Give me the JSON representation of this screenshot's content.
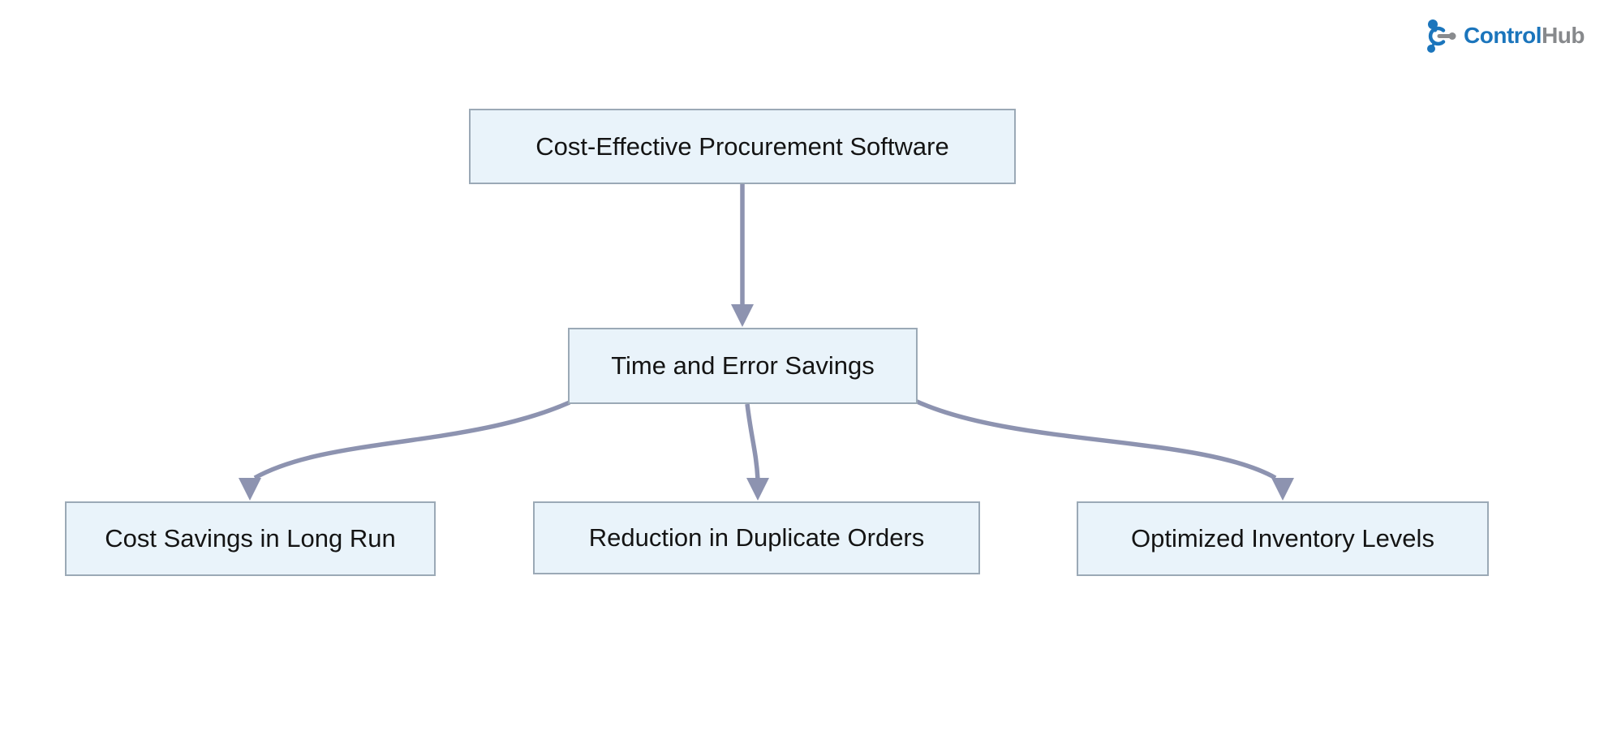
{
  "header": {
    "logo": {
      "icon": "controlhub-network-icon",
      "text_primary": "Control",
      "text_secondary": "Hub",
      "color_primary": "#1B75BC",
      "color_secondary": "#87898C"
    }
  },
  "diagram": {
    "type": "flowchart",
    "direction": "top-down",
    "background": "#FFFFFF",
    "nodes": [
      {
        "id": "root",
        "label": "Cost-Effective Procurement Software"
      },
      {
        "id": "mid",
        "label": "Time and Error Savings"
      },
      {
        "id": "leaf1",
        "label": "Cost Savings in Long Run"
      },
      {
        "id": "leaf2",
        "label": "Reduction in Duplicate Orders"
      },
      {
        "id": "leaf3",
        "label": "Optimized Inventory Levels"
      }
    ],
    "edges": [
      {
        "from": "Cost-Effective Procurement Software",
        "to": "Time and Error Savings"
      },
      {
        "from": "Time and Error Savings",
        "to": "Cost Savings in Long Run"
      },
      {
        "from": "Time and Error Savings",
        "to": "Reduction in Duplicate Orders"
      },
      {
        "from": "Time and Error Savings",
        "to": "Optimized Inventory Levels"
      }
    ],
    "colors": {
      "node_fill": "#E9F3FA",
      "node_border": "#9BA9B6",
      "edge_stroke": "#8D93B0",
      "node_text": "#141414"
    }
  }
}
